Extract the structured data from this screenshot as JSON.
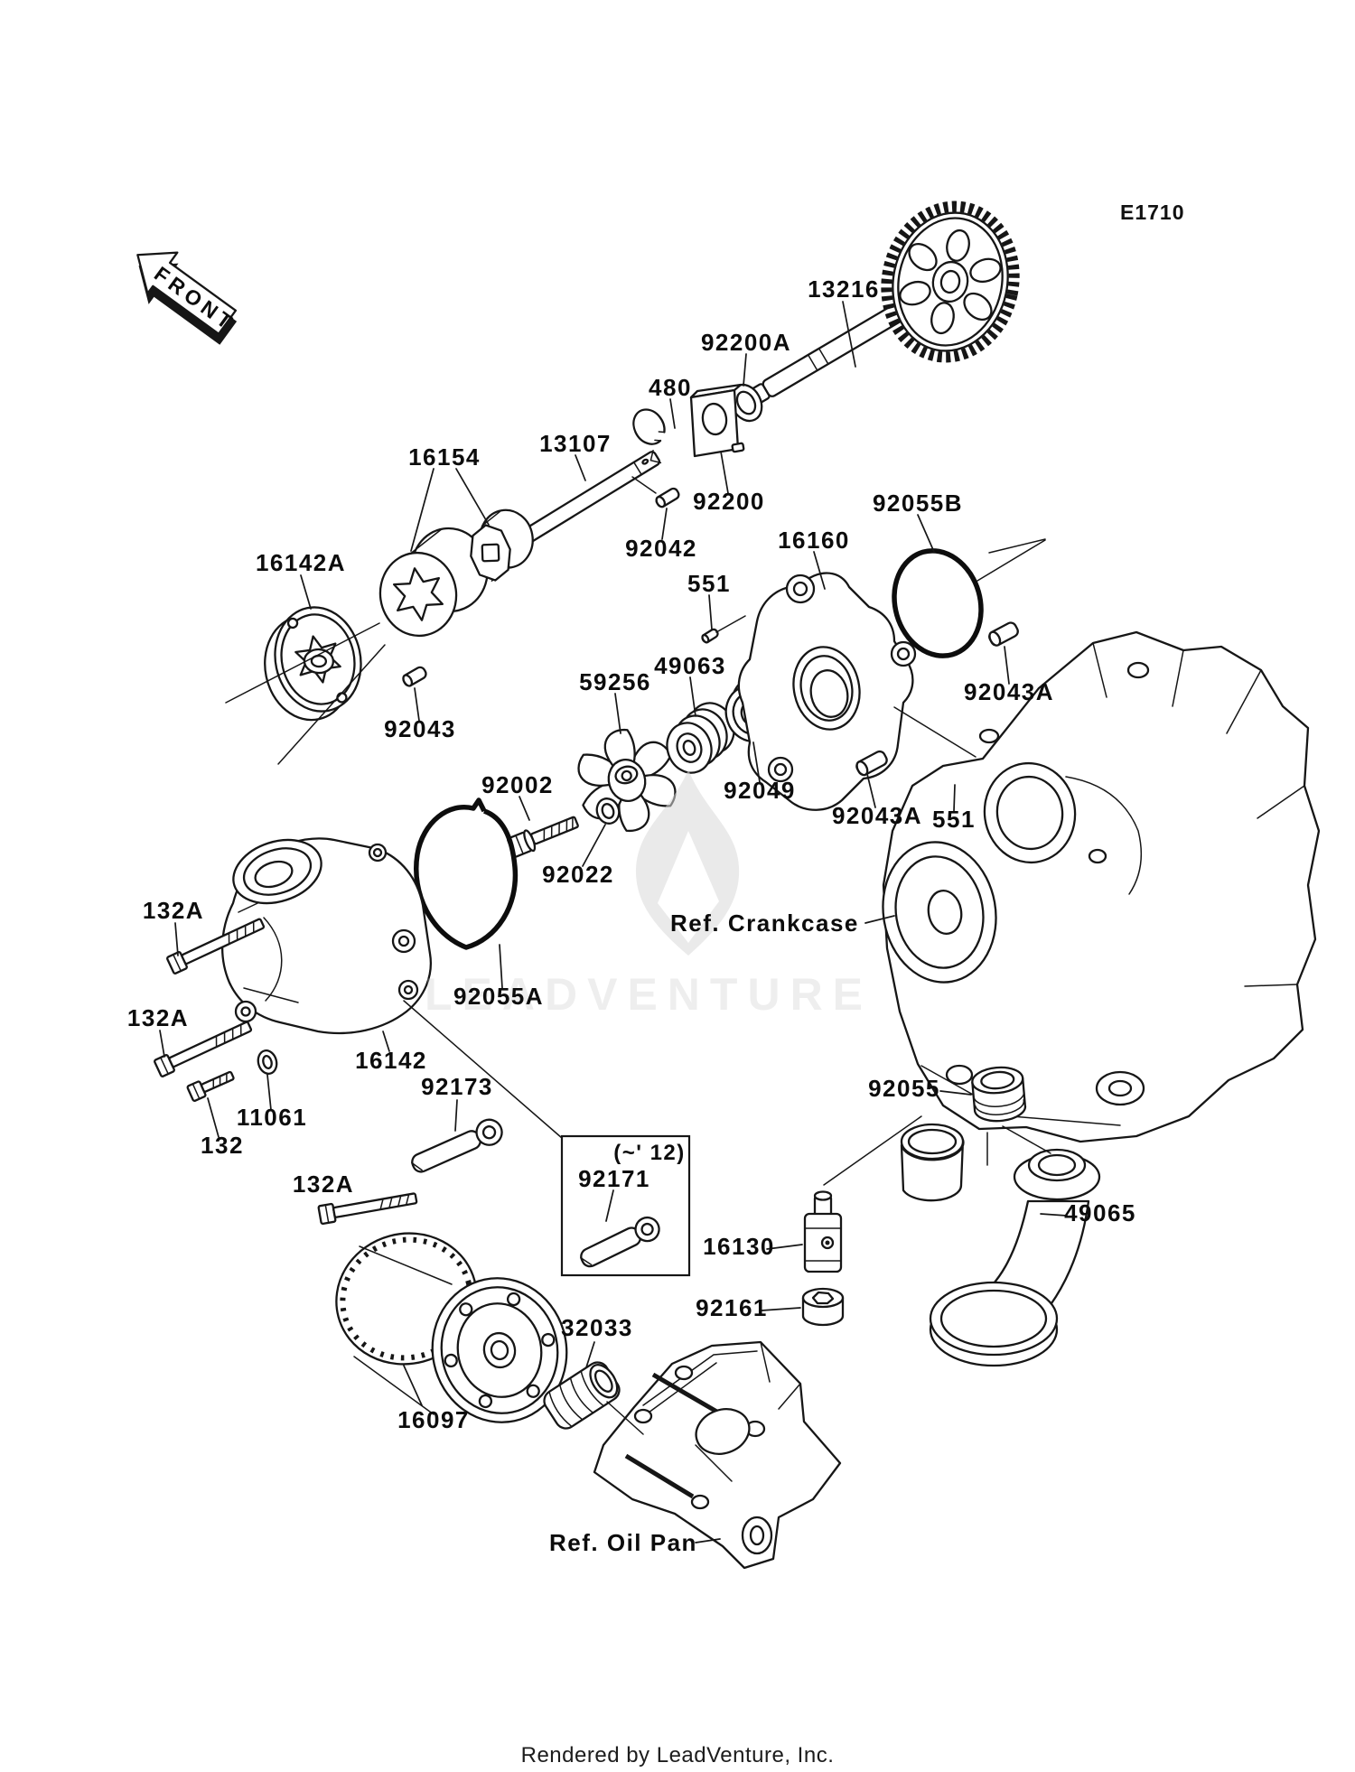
{
  "diagram": {
    "code": "E1710",
    "front_marker": "FRONT",
    "watermark": "LEADVENTURE",
    "footer": "Rendered by LeadVenture, Inc.",
    "references": {
      "crankcase": "Ref. Crankcase",
      "oil_pan": "Ref. Oil Pan"
    },
    "note_box": {
      "caption": "(~' 12)",
      "part": "92171"
    },
    "part_labels": {
      "n13216": "13216",
      "n92200A": "92200A",
      "n480": "480",
      "n13107": "13107",
      "n16154": "16154",
      "n16142A": "16142A",
      "n92200": "92200",
      "n92042": "92042",
      "n92055B": "92055B",
      "n16160": "16160",
      "n551": "551",
      "n49063": "49063",
      "n59256": "59256",
      "n92043": "92043",
      "n92043A": "92043A",
      "n92002": "92002",
      "n92049": "92049",
      "n92022": "92022",
      "n132A": "132A",
      "n92055A": "92055A",
      "n16142": "16142",
      "n92173": "92173",
      "n11061": "11061",
      "n132": "132",
      "n16130": "16130",
      "n92161": "92161",
      "n92055": "92055",
      "n49065": "49065",
      "n32033": "32033",
      "n16097": "16097"
    }
  }
}
